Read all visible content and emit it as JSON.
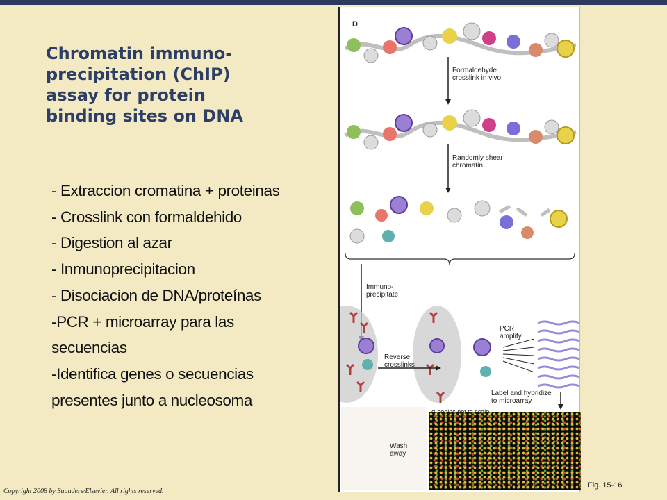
{
  "title_lines": [
    "Chromatin immuno-",
    "precipitation (ChIP)",
    "assay for protein",
    "binding sites on DNA"
  ],
  "bullets": [
    "- Extraccion cromatina + proteinas",
    "- Crosslink con formaldehido",
    "- Digestion al azar",
    "- Inmunoprecipitacion",
    "- Disociacion de DNA/proteínas",
    "-PCR + microarray para las",
    "secuencias",
    "-Identifica genes o secuencias",
    "presentes junto a nucleosoma"
  ],
  "copyright": "Copyright 2008 by Saunders/Elsevier. All rights reserved.",
  "fig_ref": "Fig. 15-16",
  "figure": {
    "panel_letter": "D",
    "step1_line1": "Formaldehyde",
    "step1_line2": "crosslink in vivo",
    "step2_line1": "Randomly shear",
    "step2_line2": "chromatin",
    "step3_line1": "Immuno-",
    "step3_line2": "precipitate",
    "reverse_line1": "Reverse",
    "reverse_line2": "crosslinks",
    "pcr_line1": "PCR",
    "pcr_line2": "amplify",
    "label_line1": "Label and hybridize",
    "label_line2": "to microarray",
    "bodies_note": "α-bodies not to scale",
    "wash_line1": "Wash",
    "wash_line2": "away"
  },
  "colors": {
    "background": "#f3eac3",
    "title": "#2d3e67",
    "topbar": "#2b3a5e"
  }
}
